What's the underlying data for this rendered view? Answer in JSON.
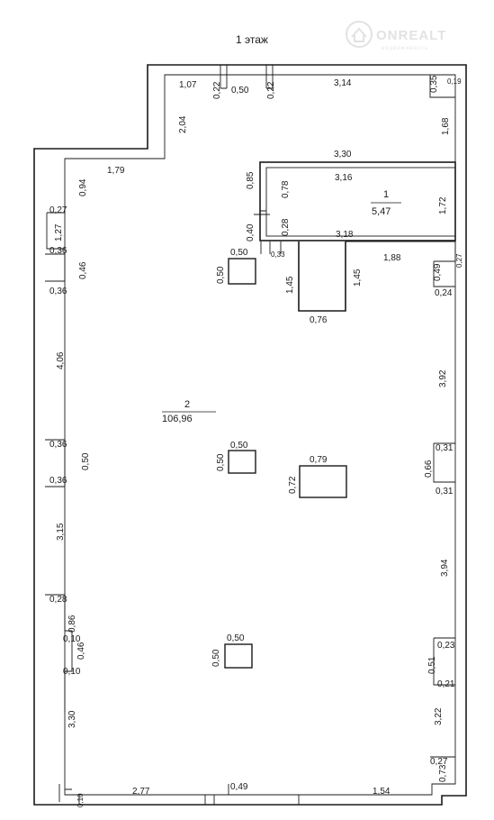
{
  "floor_title": "1 этаж",
  "watermark": {
    "brand": "ONREALT",
    "subtitle": "недвижимость"
  },
  "rooms": [
    {
      "number": "1",
      "area": "5,47"
    },
    {
      "number": "2",
      "area": "106,96"
    }
  ],
  "dimensions": {
    "top": [
      "1,07",
      "0,22",
      "0,50",
      "0,22",
      "3,14",
      "0,35",
      "0,19",
      "1,68",
      "2,04"
    ],
    "room1": [
      "3,30",
      "3,16",
      "3,18",
      "1,72",
      "0,85",
      "0,78",
      "0,40",
      "0,28",
      "0,33"
    ],
    "left": [
      "1,79",
      "0,94",
      "0,27",
      "1,27",
      "0,36",
      "0,46",
      "0,36",
      "4,06",
      "0,36",
      "0,50",
      "0,36",
      "3,15",
      "0,28",
      "0,86",
      "0,10",
      "0,46",
      "0,10",
      "3,30"
    ],
    "right": [
      "1,88",
      "0,49",
      "0,27",
      "0,24",
      "3,92",
      "0,31",
      "0,66",
      "0,31",
      "3,94",
      "0,23",
      "0,51",
      "0,21",
      "3,22",
      "0,27",
      "0,73"
    ],
    "center": [
      "1,45",
      "1,45",
      "0,76"
    ],
    "columns": [
      "0,50",
      "0,50",
      "0,50",
      "0,50",
      "0,79",
      "0,72",
      "0,50",
      "0,50"
    ],
    "bottom": [
      "2,77",
      "0,49",
      "1,54",
      "0,10"
    ]
  }
}
